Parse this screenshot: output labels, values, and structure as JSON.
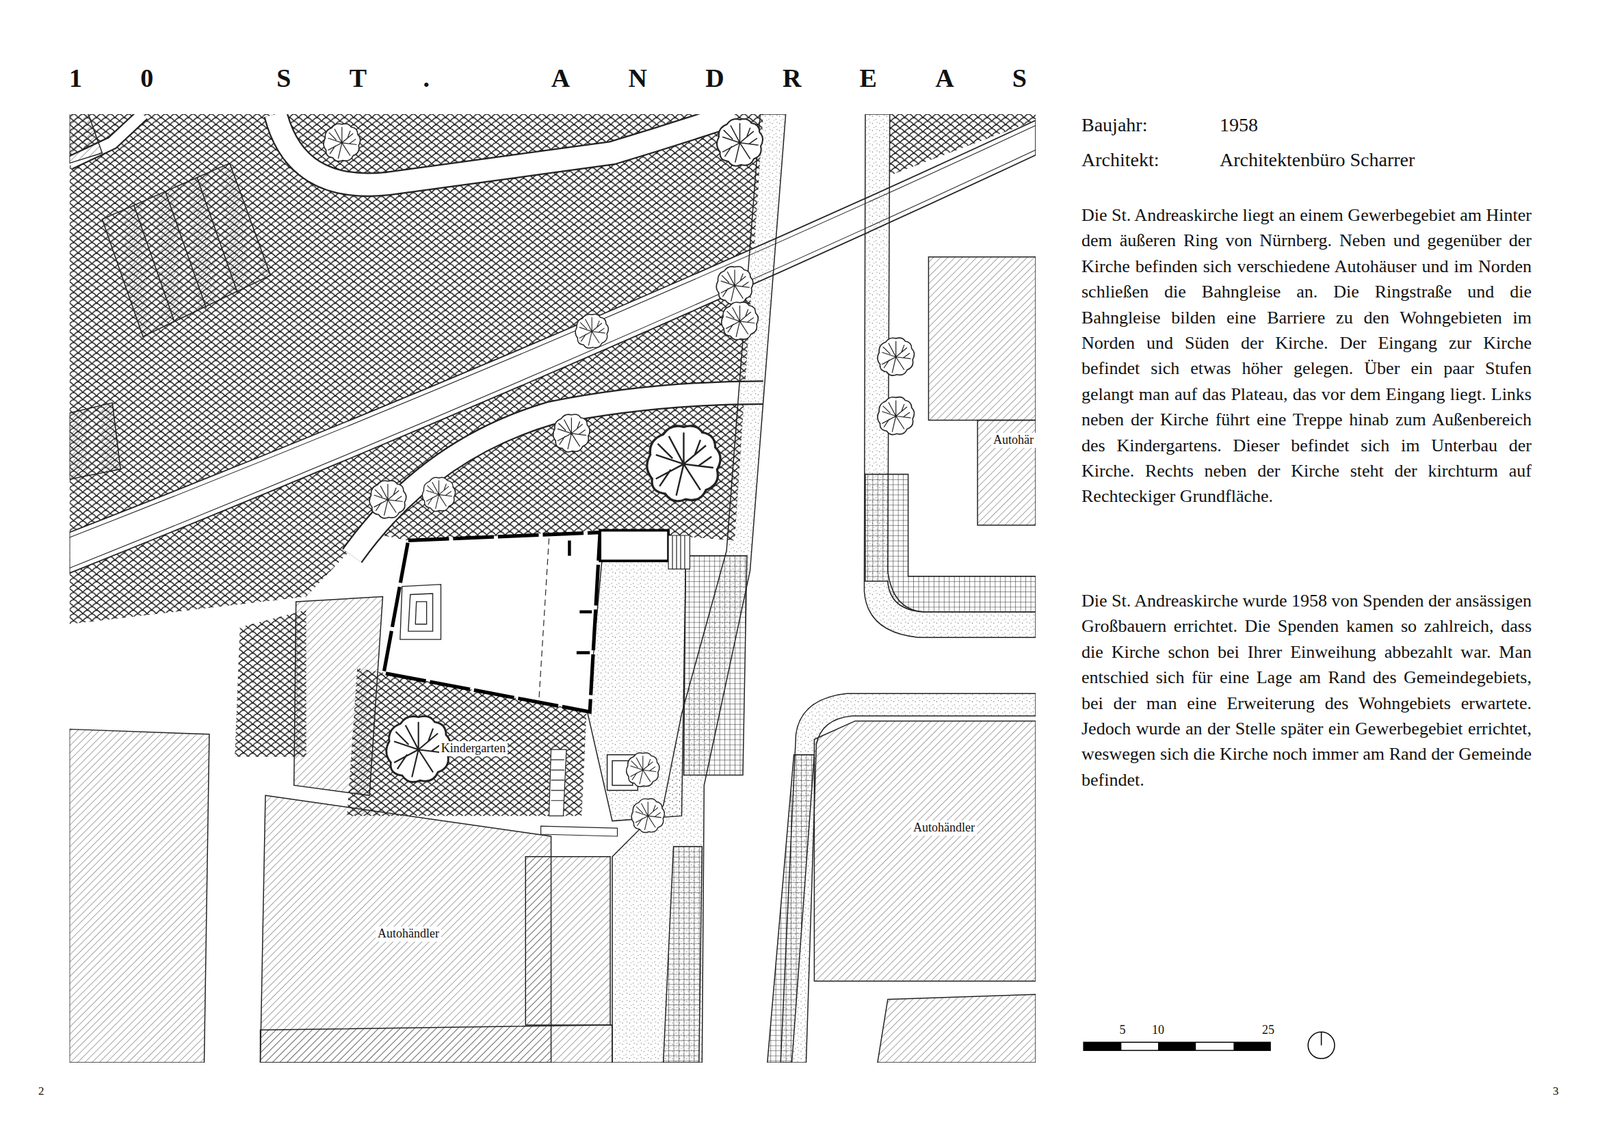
{
  "diagram": {
    "title": "10 ST. ANDREAS",
    "nodes": [
      {
        "text": [
          "Autohär"
        ]
      },
      {
        "text": [
          "Kindergarten"
        ]
      },
      {
        "text": [
          "Autohändler"
        ]
      },
      {
        "text": [
          "Autohändler"
        ]
      }
    ],
    "labels": [
      "Baujahr:",
      "1958",
      "Architekt:",
      "Architektenbüro Scharrer",
      "Die St. Andreaskirche liegt an einem Gewerbegebiet am Hinter dem äußeren Ring von Nürnberg. Neben und gegenüber der Kirche befinden sich verschiedene Autohäuser und im Norden schließen die Bahngleise an. Die Ringstraße und die Bahngleise bilden eine Barriere zu den Wohngebieten im Norden und Süden der Kirche. Der Eingang zur Kirche befindet sich etwas höher gelegen. Über ein paar Stufen gelangt man auf das Plateau, das vor dem Eingang liegt. Links neben der Kirche führt eine Treppe hinab zum Außenbereich des Kindergartens. Dieser befindet sich im Unterbau der Kirche. Rechts neben der Kirche steht der kirchturm auf Rechteckiger Grundfläche.",
      "Die St. Andreaskirche wurde 1958 von Spenden der ansässigen Großbauern errichtet. Die Spenden kamen so zahlreich, dass die Kirche schon bei Ihrer Einweihung abbezahlt war. Man entschied sich für eine Lage am Rand des Gemeindegebiets, bei der man eine Erweiterung des Wohngebiets erwartete. Jedoch wurde an der Stelle später ein Gewerbegebiet errichtet, weswegen sich die Kirche noch immer am Rand der Gemeinde befindet.",
      "5",
      "10",
      "25",
      "2",
      "3"
    ]
  }
}
